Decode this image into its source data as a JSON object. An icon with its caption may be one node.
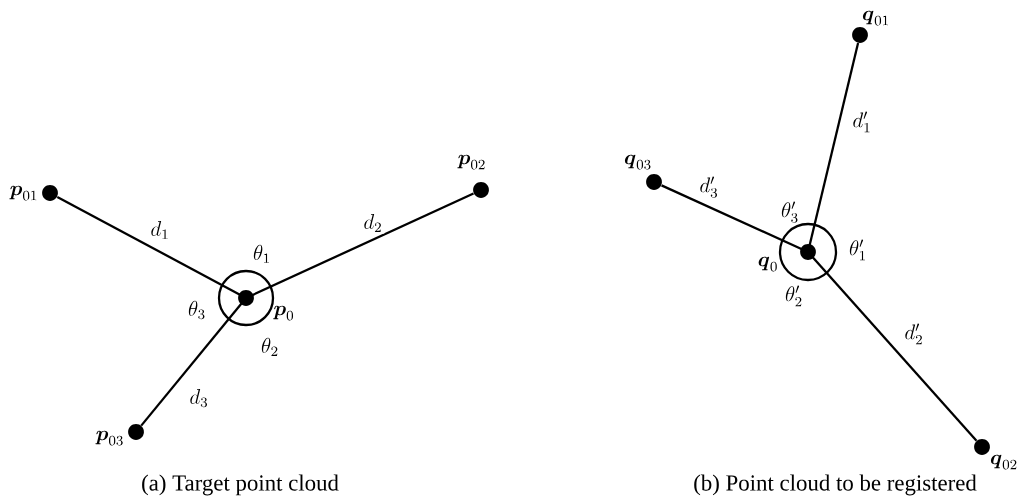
{
  "diagram": {
    "nodes": [
      {
        "text": [],
        "shape": "circle",
        "beside": [
          "\\boldsymbol{p}_{0}"
        ]
      },
      {
        "text": [],
        "shape": "circle",
        "beside": [
          "\\boldsymbol{p}_{01}"
        ]
      },
      {
        "text": [],
        "shape": "circle",
        "beside": [
          "\\boldsymbol{p}_{02}"
        ]
      },
      {
        "text": [],
        "shape": "circle",
        "beside": [
          "\\boldsymbol{p}_{03}"
        ]
      },
      {
        "text": [],
        "shape": "circle",
        "beside": [
          "\\boldsymbol{q}_{0}"
        ]
      },
      {
        "text": [],
        "shape": "circle",
        "beside": [
          "\\boldsymbol{q}_{01}"
        ]
      },
      {
        "text": [],
        "shape": "circle",
        "beside": [
          "\\boldsymbol{q}_{02}"
        ]
      },
      {
        "text": [],
        "shape": "circle",
        "beside": [
          "\\boldsymbol{q}_{03}"
        ]
      }
    ],
    "edges": [
      {
        "from": 0,
        "to": 1,
        "arrow": "none",
        "label": "d_1"
      },
      {
        "from": 0,
        "to": 2,
        "arrow": "none",
        "label": "d_2"
      },
      {
        "from": 0,
        "to": 3,
        "arrow": "none",
        "label": "d_3"
      },
      {
        "from": 4,
        "to": 5,
        "arrow": "none",
        "label": "d_1'"
      },
      {
        "from": 4,
        "to": 6,
        "arrow": "none",
        "label": "d_2'"
      },
      {
        "from": 4,
        "to": 7,
        "arrow": "none",
        "label": "d_3'"
      }
    ],
    "labels": [
      "\\theta_1",
      "\\theta_3",
      "\\theta_2",
      "\\theta_3'",
      "\\theta_1'",
      "\\theta_2'",
      "(a) Target point cloud",
      "(b) Point cloud to be registered"
    ]
  }
}
